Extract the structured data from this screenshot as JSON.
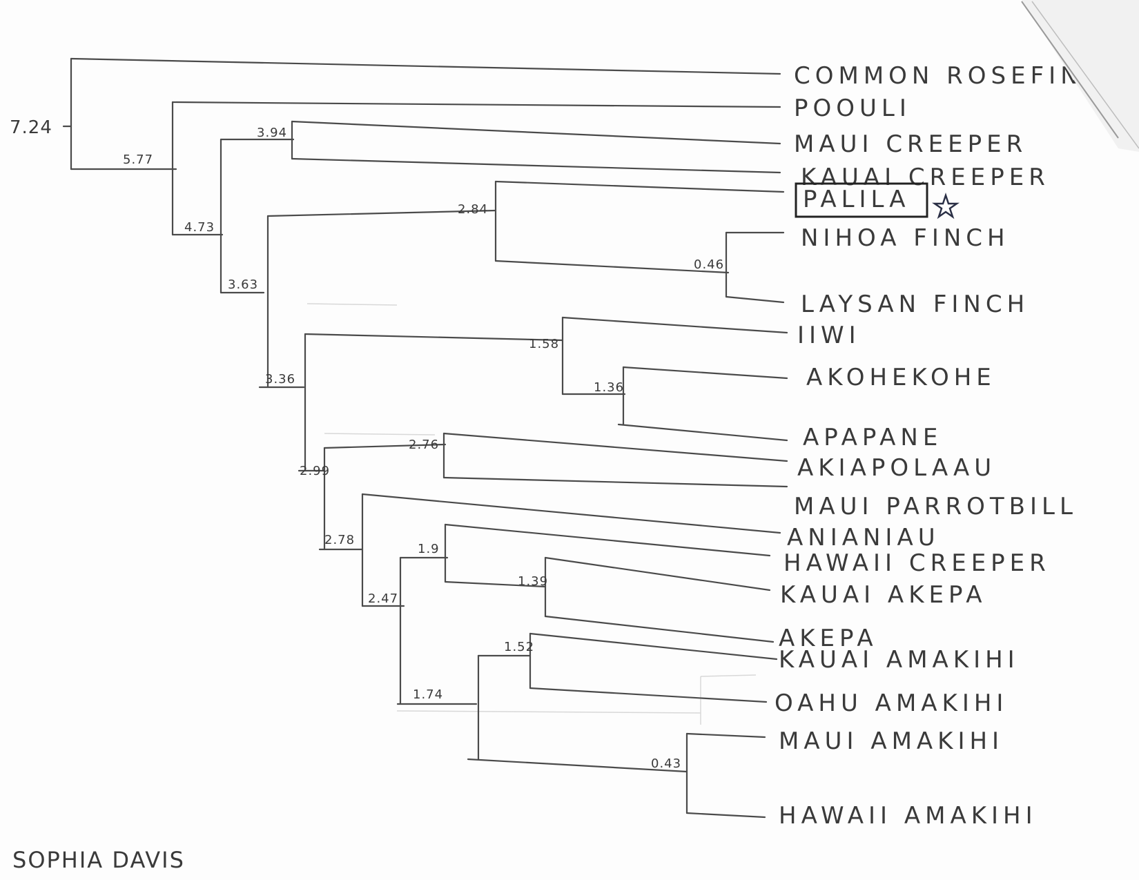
{
  "taxa": [
    {
      "label": "COMMON ROSEFINC"
    },
    {
      "label": "POOULI"
    },
    {
      "label": "MAUI CREEPER"
    },
    {
      "label": "KAUAI CREEPER"
    },
    {
      "label": "PALILA"
    },
    {
      "label": "NIHOA FINCH"
    },
    {
      "label": "LAYSAN FINCH"
    },
    {
      "label": "IIWI"
    },
    {
      "label": "AKOHEKOHE"
    },
    {
      "label": "APAPANE"
    },
    {
      "label": "AKIAPOLAAU"
    },
    {
      "label": "MAUI PARROTBILL"
    },
    {
      "label": "ANIANIAU"
    },
    {
      "label": "HAWAII CREEPER"
    },
    {
      "label": "KAUAI AKEPA"
    },
    {
      "label": "AKEPA"
    },
    {
      "label": "KAUAI AMAKIHI"
    },
    {
      "label": "OAHU AMAKIHI"
    },
    {
      "label": "MAUI AMAKIHI"
    },
    {
      "label": "HAWAII AMAKIHI"
    }
  ],
  "nodes": {
    "n724": "7.24",
    "n577": "5.77",
    "n473": "4.73",
    "n394": "3.94",
    "n363": "3.63",
    "n336": "3.36",
    "n284": "2.84",
    "n046": "0.46",
    "n158": "1.58",
    "n136": "1.36",
    "n299": "2.99",
    "n276": "2.76",
    "n278": "2.78",
    "n247": "2.47",
    "n19": "1.9",
    "n139": "1.39",
    "n174": "1.74",
    "n152": "1.52",
    "n043": "0.43"
  },
  "highlight": {
    "taxon": "PALILA",
    "marker": "star-icon"
  },
  "signature": "SOPHIA DAVIS"
}
